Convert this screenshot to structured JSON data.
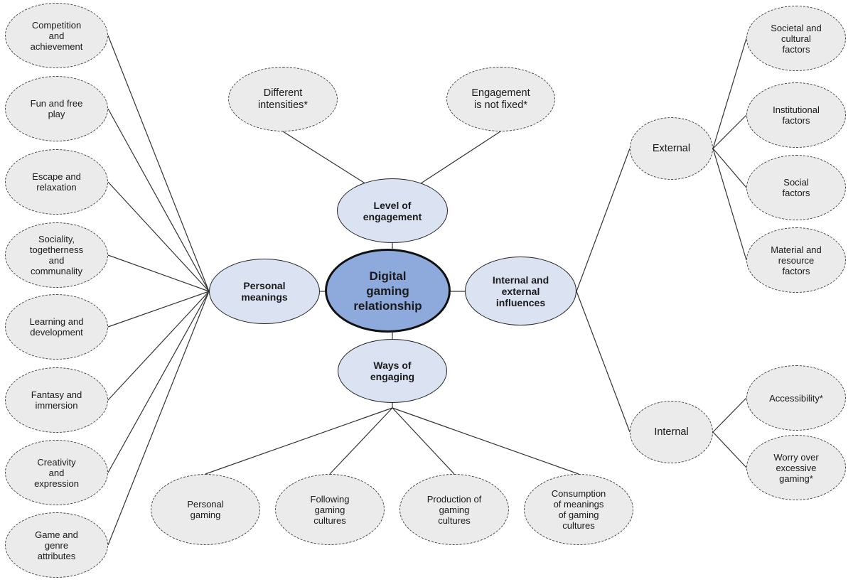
{
  "center": "Digital\ngaming\nrelationship",
  "branches": {
    "level": "Level of\nengagement",
    "meanings": "Personal\nmeanings",
    "influences": "Internal and\nexternal\ninfluences",
    "ways": "Ways of\nengaging"
  },
  "level_items": [
    "Different\nintensities*",
    "Engagement\nis not fixed*"
  ],
  "meaning_items": [
    "Competition\nand\nachievement",
    "Fun and free\nplay",
    "Escape and\nrelaxation",
    "Sociality,\ntogetherness\nand\ncommunality",
    "Learning and\ndevelopment",
    "Fantasy and\nimmersion",
    "Creativity\nand\nexpression",
    "Game and\ngenre\nattributes"
  ],
  "influence_groups": {
    "external": "External",
    "internal": "Internal"
  },
  "external_items": [
    "Societal and\ncultural\nfactors",
    "Institutional\nfactors",
    "Social\nfactors",
    "Material and\nresource\nfactors"
  ],
  "internal_items": [
    "Accessibility*",
    "Worry over\nexcessive\ngaming*"
  ],
  "ways_items": [
    "Personal\ngaming",
    "Following\ngaming\ncultures",
    "Production of\ngaming\ncultures",
    "Consumption\nof meanings\nof gaming\ncultures"
  ]
}
